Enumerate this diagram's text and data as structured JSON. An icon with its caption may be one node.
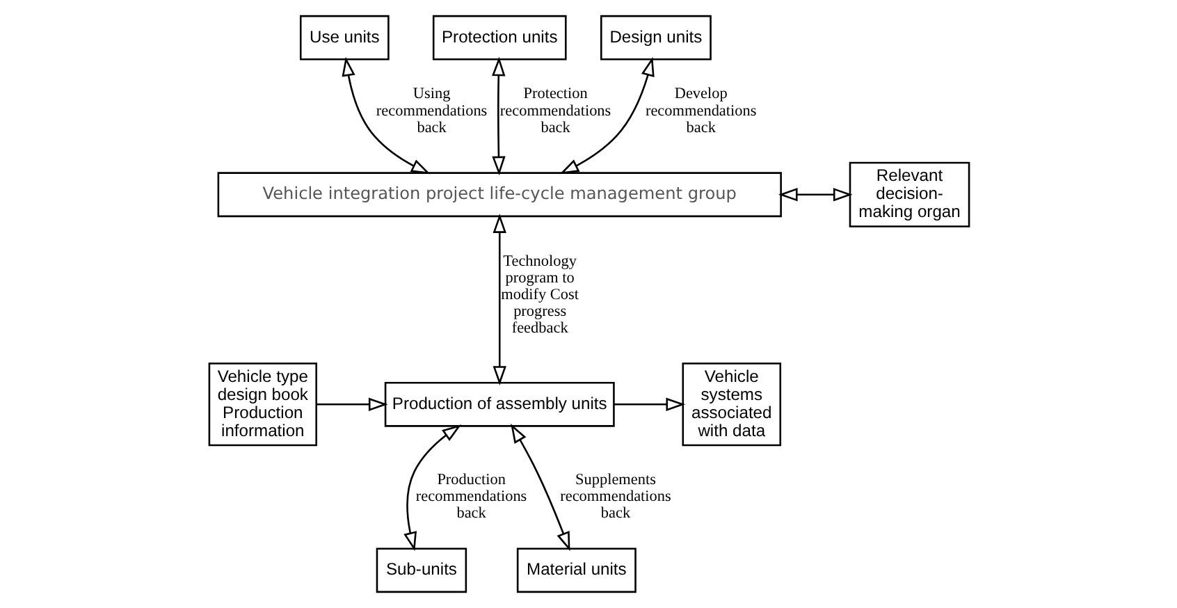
{
  "diagram": {
    "nodes": [
      {
        "text": [
          "Use units"
        ]
      },
      {
        "text": [
          "Protection units"
        ]
      },
      {
        "text": [
          "Design units"
        ]
      },
      {
        "text": [
          "Vehicle integration project life-cycle management group"
        ]
      },
      {
        "text": [
          "Relevant decision-making organ"
        ]
      },
      {
        "text": [
          "Vehicle type design book",
          "Production information"
        ]
      },
      {
        "text": [
          "Production of assembly units"
        ]
      },
      {
        "text": [
          "Vehicle systems associated with data"
        ]
      },
      {
        "text": [
          "Sub-units"
        ]
      },
      {
        "text": [
          "Material units"
        ]
      }
    ],
    "edges": [
      {
        "from": 0,
        "to": 3,
        "arrow": "both",
        "label": "Using recommendations back"
      },
      {
        "from": 1,
        "to": 3,
        "arrow": "both",
        "label": "Protection recommendations back"
      },
      {
        "from": 2,
        "to": 3,
        "arrow": "both",
        "label": "Develop recommendations back"
      },
      {
        "from": 3,
        "to": 4,
        "arrow": "both"
      },
      {
        "from": 3,
        "to": 6,
        "arrow": "both",
        "label": "Technology program to modify Cost progress feedback"
      },
      {
        "from": 5,
        "to": 6,
        "arrow": "to"
      },
      {
        "from": 6,
        "to": 7,
        "arrow": "to"
      },
      {
        "from": 8,
        "to": 6,
        "arrow": "both",
        "label": "Production recommendations back"
      },
      {
        "from": 9,
        "to": 6,
        "arrow": "both",
        "label": "Supplements recommendations back"
      }
    ]
  }
}
